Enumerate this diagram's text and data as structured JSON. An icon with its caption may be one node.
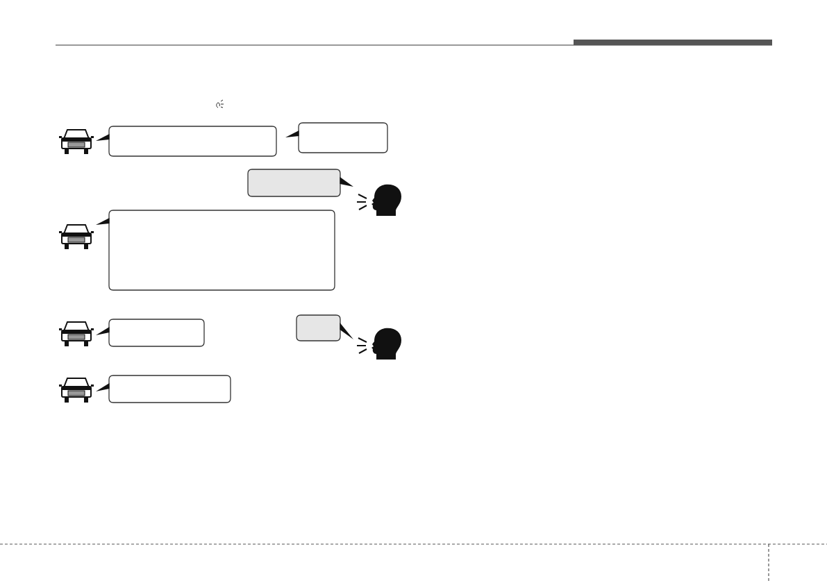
{
  "diagram": {
    "nodes": [
      {
        "text": [],
        "shape": "picture"
      },
      {
        "text": [],
        "shape": "box"
      },
      {
        "text": [],
        "shape": "box"
      },
      {
        "text": [],
        "shape": "box"
      },
      {
        "text": [],
        "shape": "person"
      },
      {
        "text": [],
        "shape": "picture"
      },
      {
        "text": [],
        "shape": "box"
      },
      {
        "text": [],
        "shape": "picture"
      },
      {
        "text": [],
        "shape": "box"
      },
      {
        "text": [],
        "shape": "box"
      },
      {
        "text": [],
        "shape": "person"
      },
      {
        "text": [],
        "shape": "picture"
      },
      {
        "text": [],
        "shape": "box"
      }
    ]
  }
}
